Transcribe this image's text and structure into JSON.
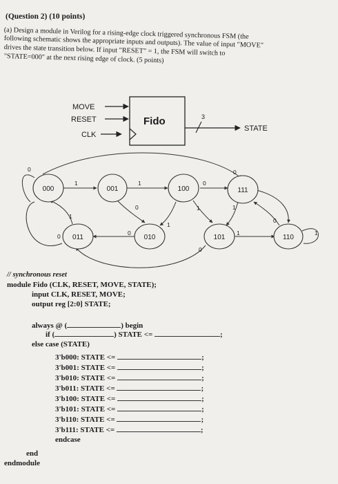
{
  "question": {
    "title": "(Question 2) (10 points)",
    "part_a_lines": [
      "(a) Design a module in Verilog for a rising-edge clock triggered synchronous FSM (the",
      "following schematic shows the appropriate inputs and outputs). The value of input \"MOVE\"",
      "drives the state transition below. If input \"RESET\" = 1, the FSM will switch to",
      "\"STATE=000\" at the next rising edge of clock. (5 points)"
    ]
  },
  "schematic": {
    "inputs": [
      "MOVE",
      "RESET",
      "CLK"
    ],
    "block_label": "Fido",
    "bus_width": "3",
    "output": "STATE"
  },
  "fsm": {
    "states": [
      "000",
      "001",
      "100",
      "111",
      "011",
      "010",
      "101",
      "110"
    ],
    "edge_labels": {
      "s000_self": "0",
      "s000_to_001": "1",
      "s001_to_100": "1",
      "s100_to_111": "0",
      "s111_arc_top": "0",
      "s001_to_010": "0",
      "s100_to_010": "1",
      "s100_to_101": "1",
      "s111_to_101": "1",
      "s011_to_000": "1",
      "s011_self": "0",
      "s010_to_011": "0",
      "s101_to_110": "1",
      "s101_loop_bottom": "0",
      "s110_to_111": "0",
      "s110_self": "1"
    }
  },
  "code": {
    "comment": "// synchronous reset",
    "module_line": "module Fido (CLK, RESET, MOVE, STATE);",
    "input_line": "input CLK, RESET, MOVE;",
    "output_line": "output reg [2:0] STATE;",
    "always_kw": "always @ (",
    "begin_kw": ") begin",
    "if_kw": "if (",
    "state_assign": ") STATE <=",
    "semicolon": ";",
    "else_case": "else case (STATE)",
    "case_items": [
      "3'b000: STATE <=",
      "3'b001: STATE <=",
      "3'b010: STATE <=",
      "3'b011: STATE <=",
      "3'b100: STATE <=",
      "3'b101: STATE <=",
      "3'b110: STATE <=",
      "3'b111: STATE <="
    ],
    "endcase": "endcase",
    "end": "end",
    "endmodule": "endmodule"
  }
}
